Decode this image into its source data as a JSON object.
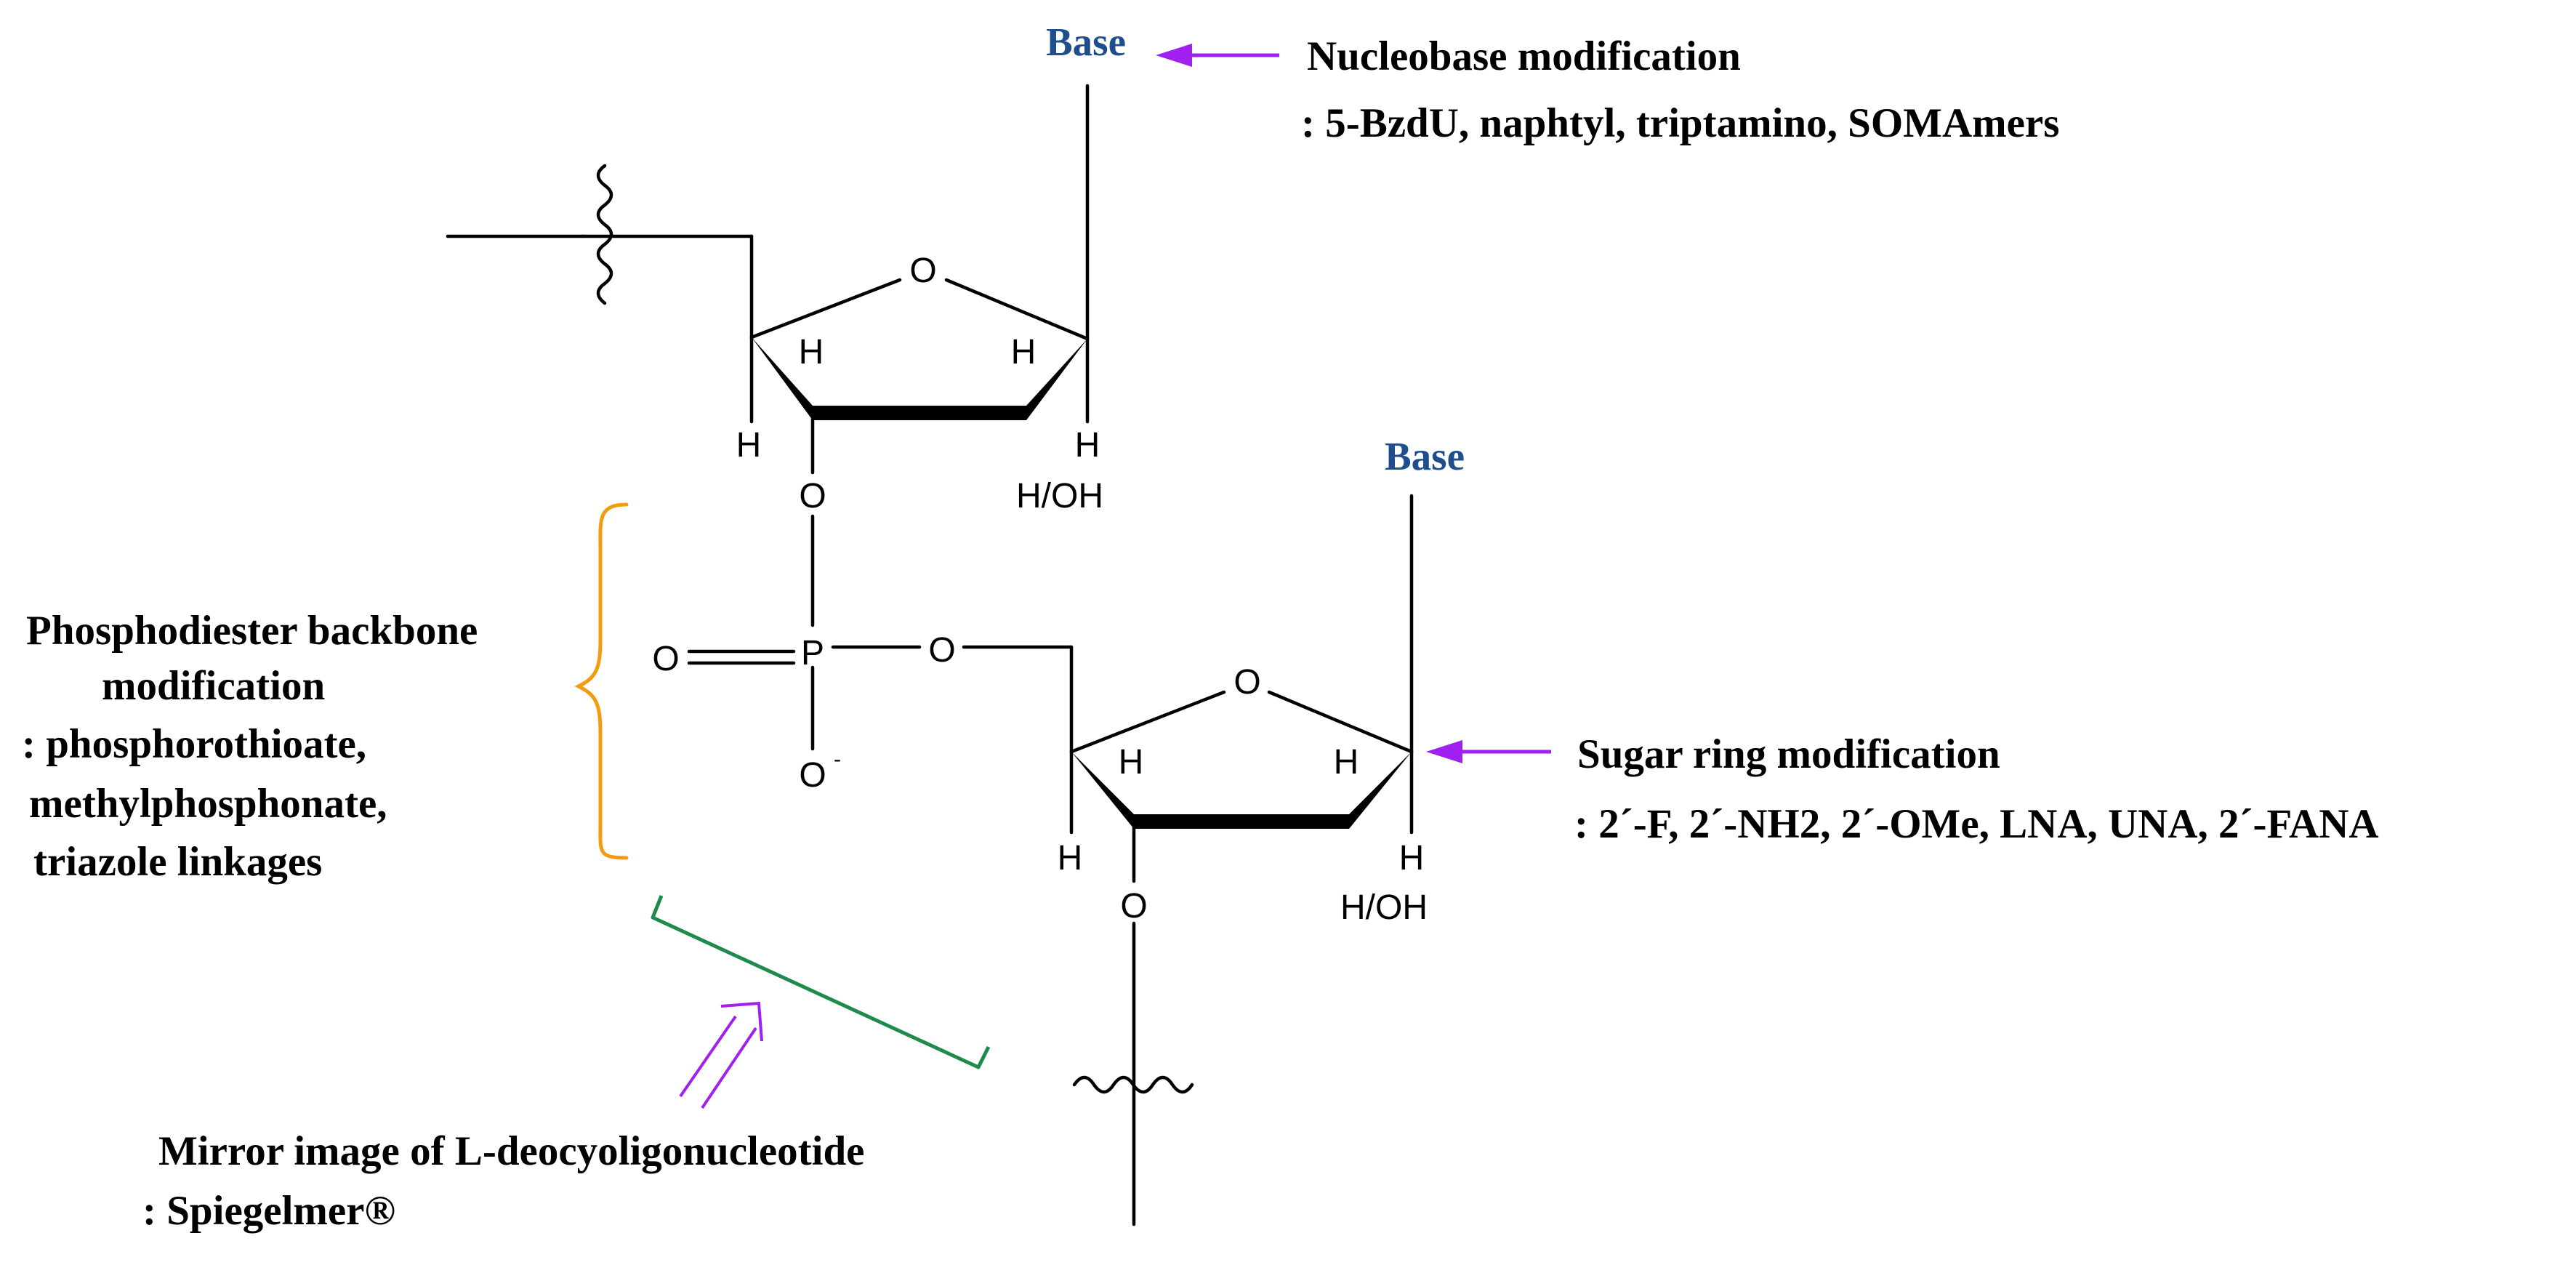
{
  "colors": {
    "base_label": "#1f4e8c",
    "arrow": "#a020f0",
    "bracket_backbone": "#f39c12",
    "bracket_mirror": "#1e8a4c",
    "bond": "#000000"
  },
  "upper_nucleotide": {
    "base_label": "Base",
    "ring_oxygen": "O",
    "h_c4_top": "H",
    "h_c1_top": "H",
    "h_c4_bottom": "H",
    "h_c2_bottom": "H",
    "c2_substituent": "H/OH",
    "o3_label": "O"
  },
  "phosphate": {
    "phosphorus": "P",
    "double_bond_oxygen": "O",
    "ester_oxygen": "O",
    "anionic_oxygen": "O",
    "charge": "-"
  },
  "lower_nucleotide": {
    "base_label": "Base",
    "ring_oxygen": "O",
    "h_c4_top": "H",
    "h_c1_top": "H",
    "h_c4_bottom": "H",
    "h_c2_bottom": "H",
    "c2_substituent": "H/OH",
    "o3_label": "O"
  },
  "annotations": {
    "nucleobase": {
      "title": "Nucleobase modification",
      "detail": ": 5-BzdU, naphtyl, triptamino, SOMAmers"
    },
    "sugar": {
      "title": "Sugar ring modification",
      "detail": ": 2´-F, 2´-NH2, 2´-OMe, LNA, UNA, 2´-FANA"
    },
    "backbone": {
      "line1": "Phosphodiester backbone",
      "line2": "modification",
      "line3": ": phosphorothioate,",
      "line4": "methylphosphonate,",
      "line5": "triazole linkages"
    },
    "mirror": {
      "title": "Mirror image of L-deocyoligonucleotide",
      "detail": ": Spiegelmer®"
    }
  }
}
